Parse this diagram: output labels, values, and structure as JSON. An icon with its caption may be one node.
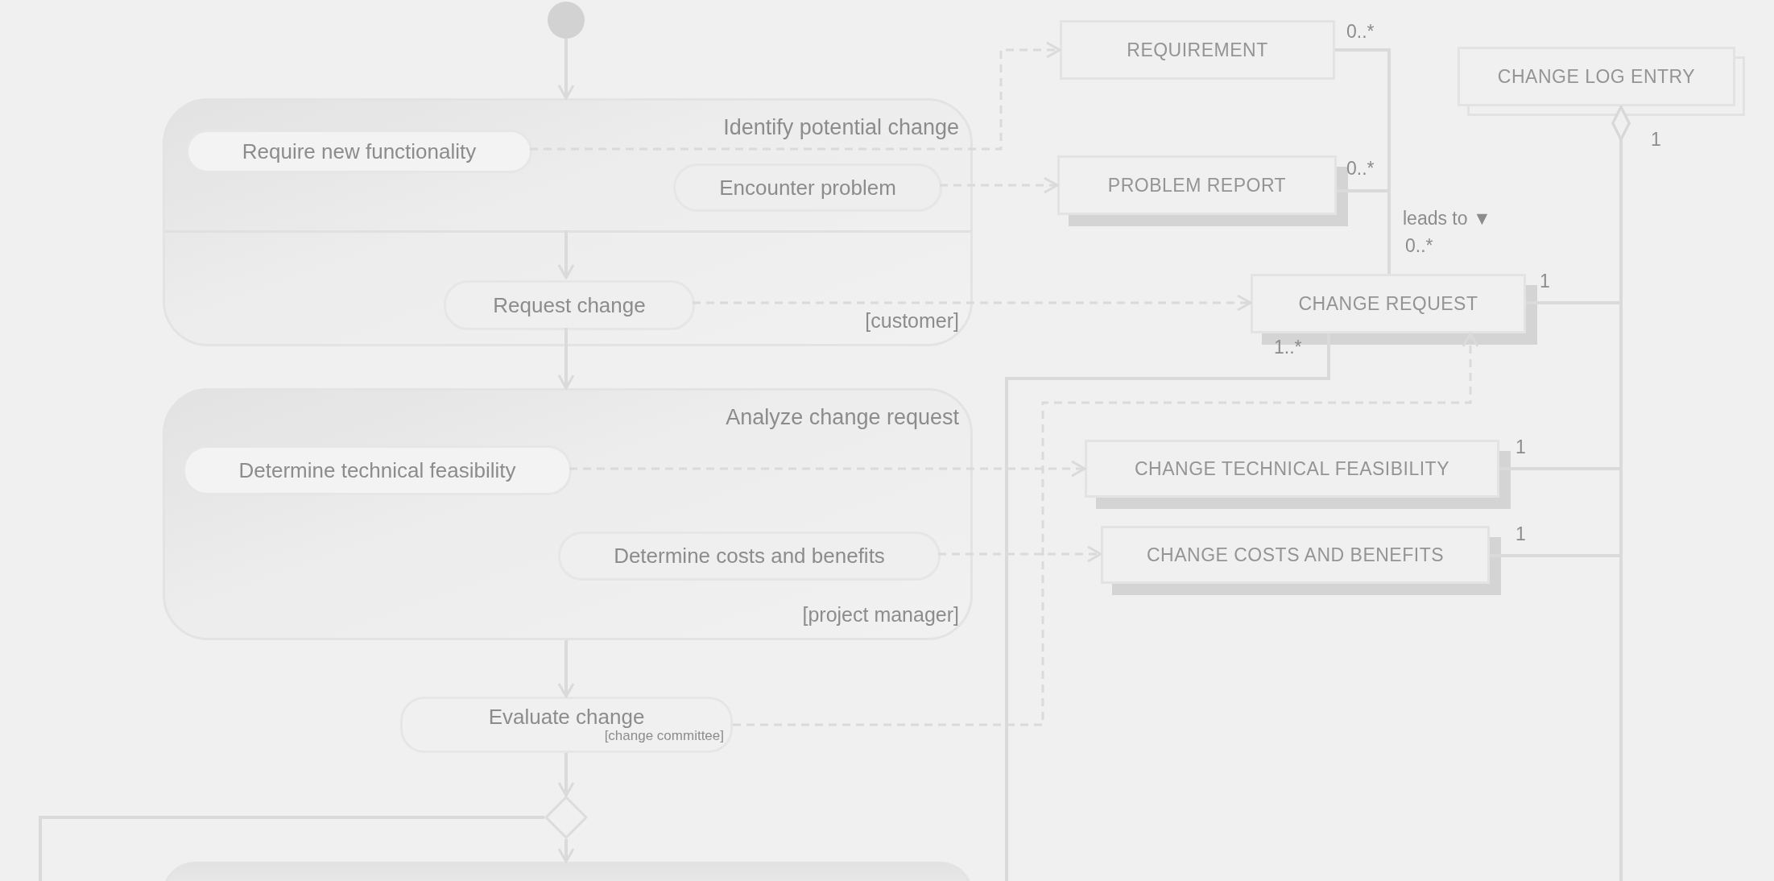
{
  "diagram": {
    "nodes": [
      {
        "text": [],
        "shape": "circle"
      },
      {
        "text": [
          "Identify potential change",
          "[customer]"
        ]
      },
      {
        "text": [
          "Require new functionality"
        ],
        "in": 1
      },
      {
        "text": [
          "Encounter problem"
        ],
        "in": 1
      },
      {
        "text": [
          "Request change"
        ],
        "in": 1
      },
      {
        "text": [
          "Analyze change request",
          "[project manager]"
        ]
      },
      {
        "text": [
          "Determine technical feasibility"
        ],
        "in": 5
      },
      {
        "text": [
          "Determine costs and benefits"
        ],
        "in": 5
      },
      {
        "text": [
          "Evaluate change",
          "[change committee]"
        ]
      },
      {
        "text": [],
        "shape": "diamond"
      },
      {
        "text": [],
        "shape": "box"
      },
      {
        "text": [
          "REQUIREMENT"
        ]
      },
      {
        "text": [
          "PROBLEM REPORT"
        ]
      },
      {
        "text": [
          "CHANGE REQUEST"
        ]
      },
      {
        "text": [
          "CHANGE LOG ENTRY"
        ]
      },
      {
        "text": [
          "CHANGE TECHNICAL FEASIBILITY"
        ]
      },
      {
        "text": [
          "CHANGE COSTS AND BENEFITS"
        ]
      }
    ],
    "edges": [
      {
        "from": 0,
        "to": 1,
        "arrow": "to"
      },
      {
        "from": null,
        "to": 4,
        "arrow": "to"
      },
      {
        "from": 4,
        "to": 5,
        "arrow": "to"
      },
      {
        "from": 5,
        "to": 8,
        "arrow": "to"
      },
      {
        "from": 8,
        "to": 9,
        "arrow": "to"
      },
      {
        "from": 9,
        "to": 10,
        "arrow": "to"
      },
      {
        "from": 9,
        "to": null,
        "arrow": "none"
      },
      {
        "from": 2,
        "to": 11,
        "arrow": "to",
        "style": "dashed"
      },
      {
        "from": 3,
        "to": 12,
        "arrow": "to",
        "style": "dashed"
      },
      {
        "from": 4,
        "to": 13,
        "arrow": "to",
        "style": "dashed"
      },
      {
        "from": 6,
        "to": 15,
        "arrow": "to",
        "style": "dashed"
      },
      {
        "from": 7,
        "to": 16,
        "arrow": "to",
        "style": "dashed"
      },
      {
        "from": 8,
        "to": 13,
        "arrow": "to",
        "style": "dashed"
      },
      {
        "from": 11,
        "to": 13,
        "arrow": "none"
      },
      {
        "from": 12,
        "to": 13,
        "arrow": "none"
      },
      {
        "from": 13,
        "to": null,
        "arrow": "none"
      },
      {
        "from": 14,
        "to": 13,
        "arrow": "other"
      },
      {
        "from": 14,
        "to": 15,
        "arrow": "other"
      },
      {
        "from": 14,
        "to": 16,
        "arrow": "other"
      },
      {
        "from": 14,
        "to": null,
        "arrow": "other"
      }
    ],
    "labels": [
      "0..*",
      "1",
      "0..*",
      "leads to ▼",
      "0..*",
      "1",
      "1..*",
      "1",
      "1"
    ]
  }
}
